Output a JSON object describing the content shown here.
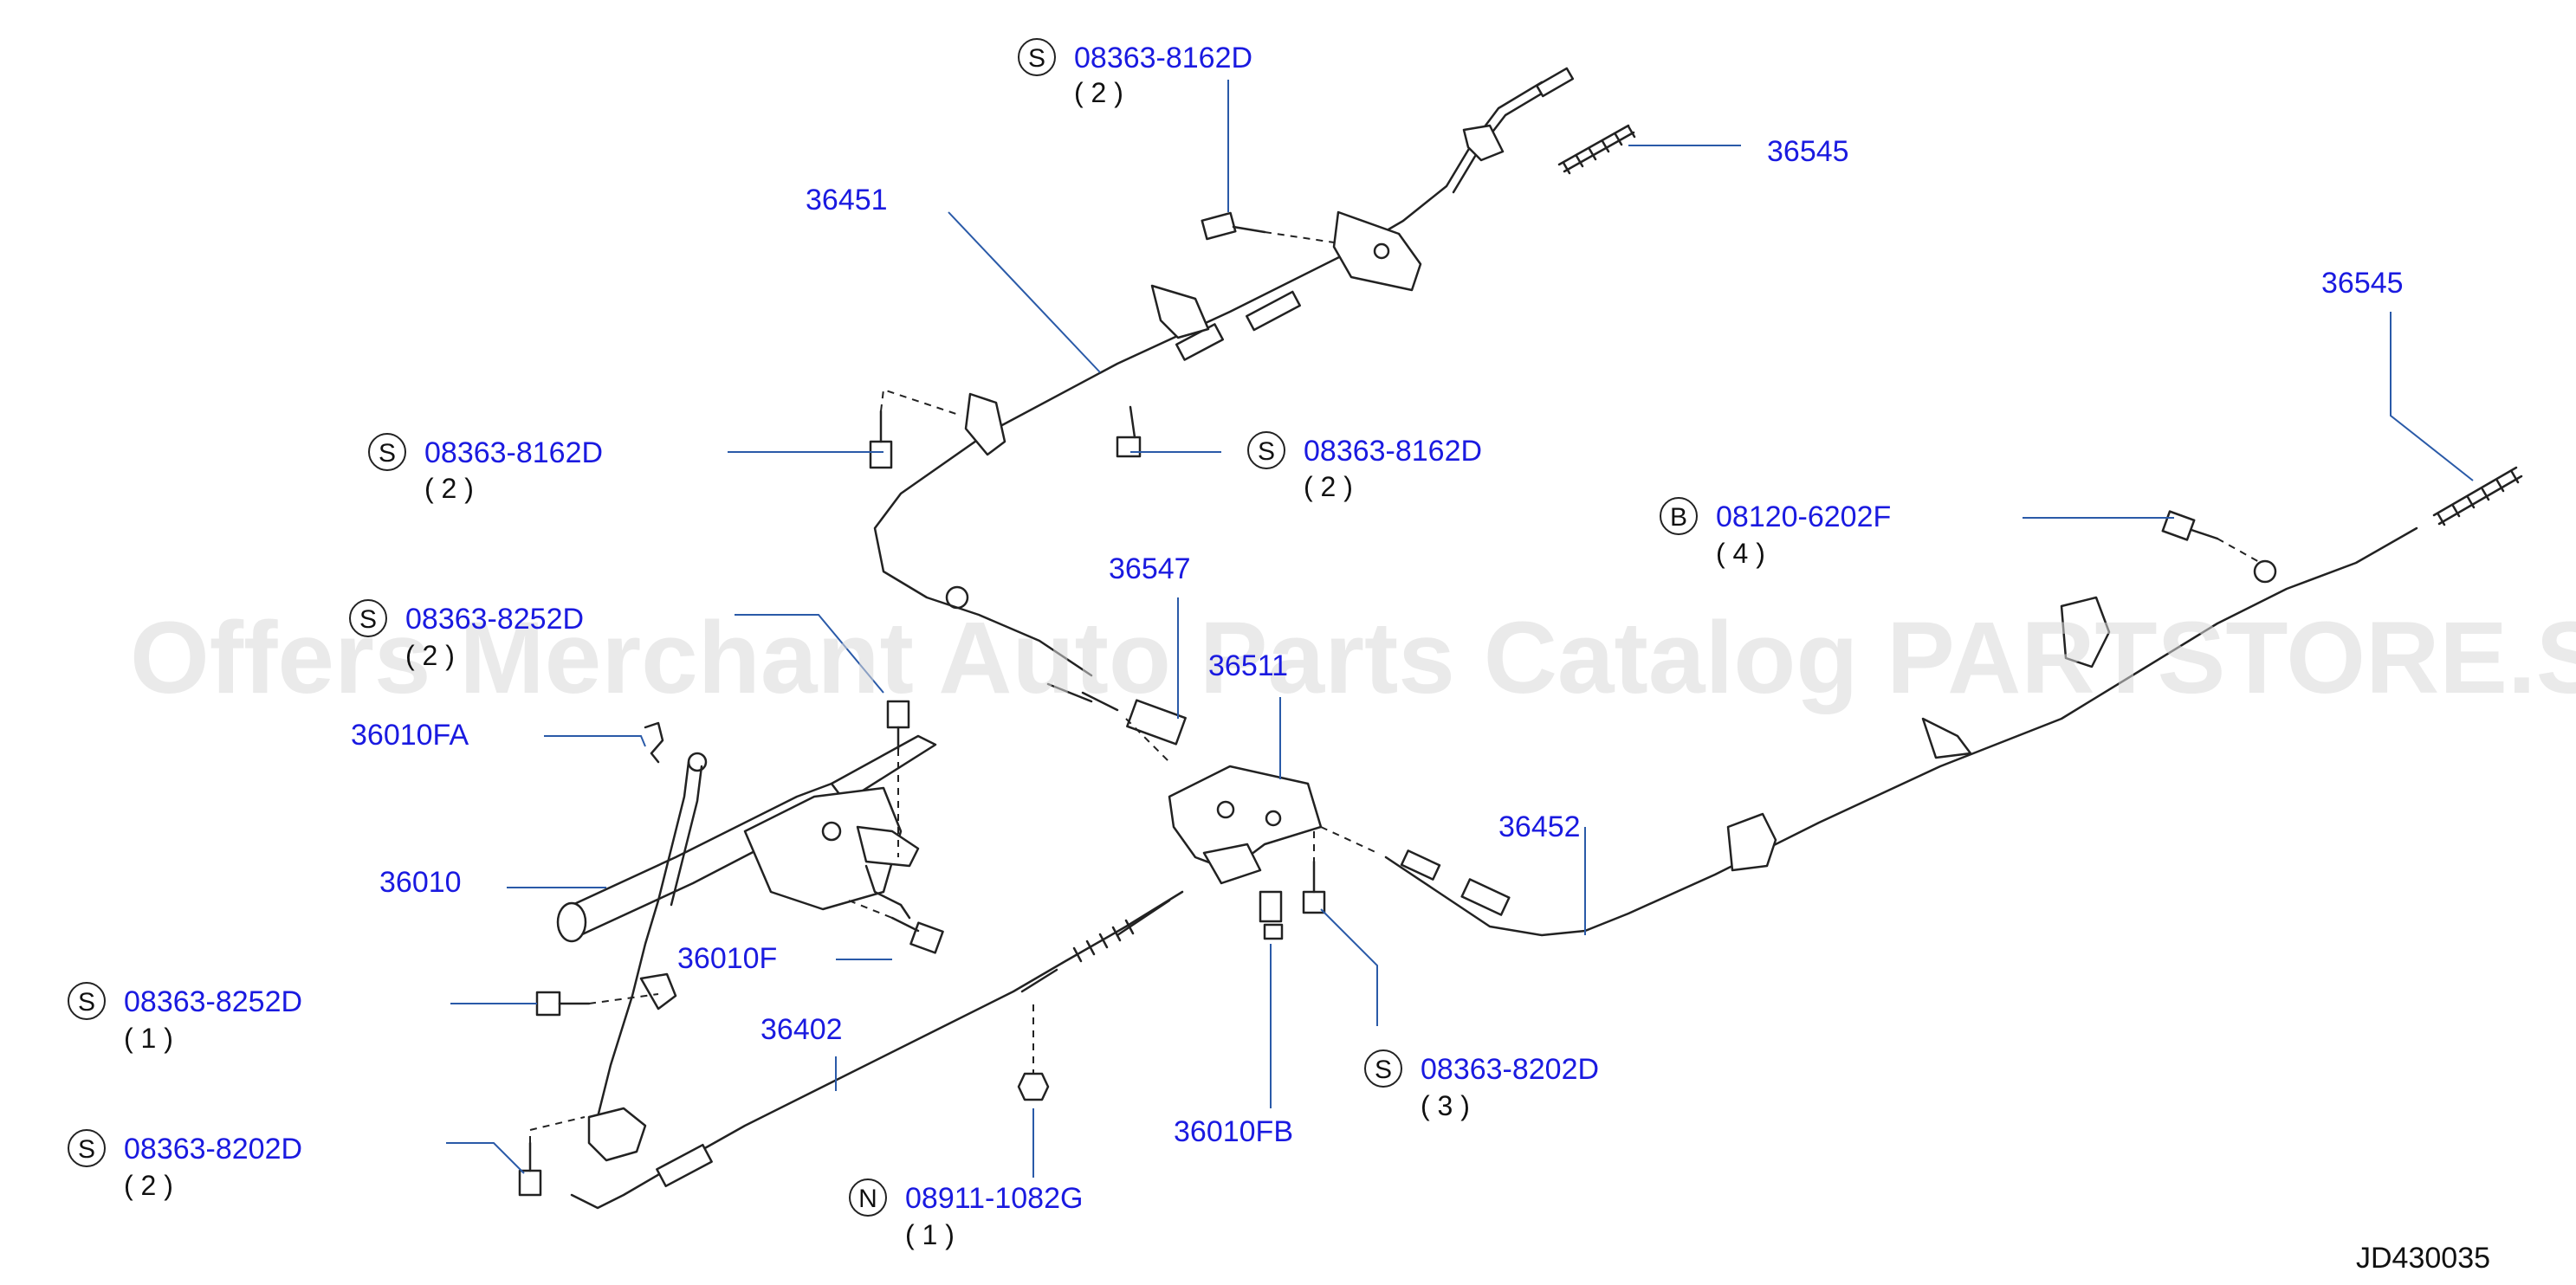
{
  "watermark": "Offers Merchant Auto Parts Catalog PARTSTORE.SA",
  "diagram_code": "JD430035",
  "labels": {
    "p36545_top": "36545",
    "p36451": "36451",
    "p36545_right": "36545",
    "p36547": "36547",
    "p36511": "36511",
    "p36010FA": "36010FA",
    "p36010": "36010",
    "p36010F": "36010F",
    "p36452": "36452",
    "p36402": "36402",
    "p36010FB": "36010FB"
  },
  "callouts": {
    "s_8162_top": {
      "letter": "S",
      "part": "08363-8162D",
      "qty": "( 2 )"
    },
    "s_8162_left": {
      "letter": "S",
      "part": "08363-8162D",
      "qty": "( 2 )"
    },
    "s_8162_mid": {
      "letter": "S",
      "part": "08363-8162D",
      "qty": "( 2 )"
    },
    "b_6202": {
      "letter": "B",
      "part": "08120-6202F",
      "qty": "( 4 )"
    },
    "s_8252_upper": {
      "letter": "S",
      "part": "08363-8252D",
      "qty": "( 2 )"
    },
    "s_8252_lower": {
      "letter": "S",
      "part": "08363-8252D",
      "qty": "( 1 )"
    },
    "s_8202_left": {
      "letter": "S",
      "part": "08363-8202D",
      "qty": "( 2 )"
    },
    "s_8202_right": {
      "letter": "S",
      "part": "08363-8202D",
      "qty": "( 3 )"
    },
    "n_1082": {
      "letter": "N",
      "part": "08911-1082G",
      "qty": "( 1 )"
    }
  },
  "colors": {
    "label": "#1a1ae0",
    "leader": "#2a5aa8",
    "line": "#222222"
  }
}
